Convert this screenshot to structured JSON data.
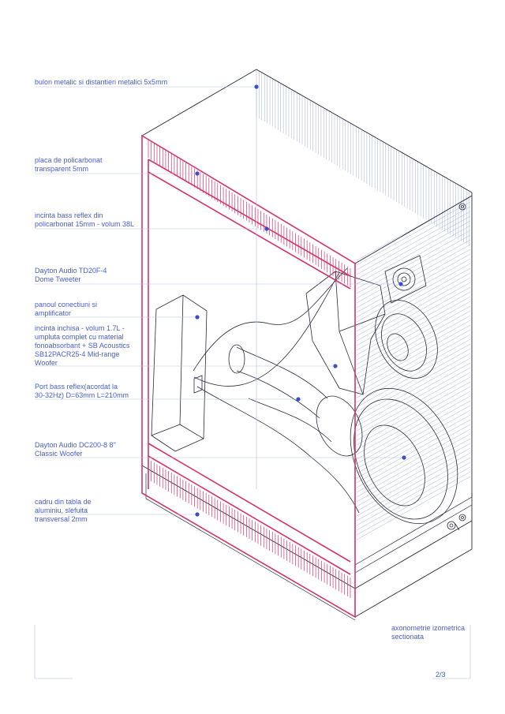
{
  "labels": {
    "bolt": "bulon metalic si distantieri metalici 5x5mm",
    "polycarbonate_plate": "placa de policarbonat\ntransparent 5mm",
    "bass_reflex_enclosure": "incinta bass reflex din\npolicarbonat 15mm - volum 38L",
    "tweeter": "Dayton Audio TD20F-4\nDome Tweeter",
    "connection_panel": "panoul conectiuni si\namplificator",
    "closed_enclosure": "incinta inchisa - volum 1.7L -\numpluta complet cu material\nfonoabsorbant + SB Acoustics\nSB12PACR25-4 Mid-range\nWoofer",
    "bass_port": "Port bass reflex(acordat la\n30-32Hz)  D=63mm L=210mm",
    "woofer": "Dayton Audio DC200-8 8\"\nClassic Woofer",
    "aluminium_frame": "cadru din tabla de\naluminiu, slefuita\ntransversal 2mm"
  },
  "caption": "axonometrie izometrica\nsectionata",
  "page_number": "2/3",
  "colors": {
    "label_text": "#4a5ec9",
    "leader_line": "#9aa6dc",
    "marker_dot": "#3a4fc8",
    "section_outline": "#d6336c",
    "structure_line": "#2a2a3a",
    "hatch_line": "#9fa8e0",
    "frame_line": "#c9cde0"
  }
}
